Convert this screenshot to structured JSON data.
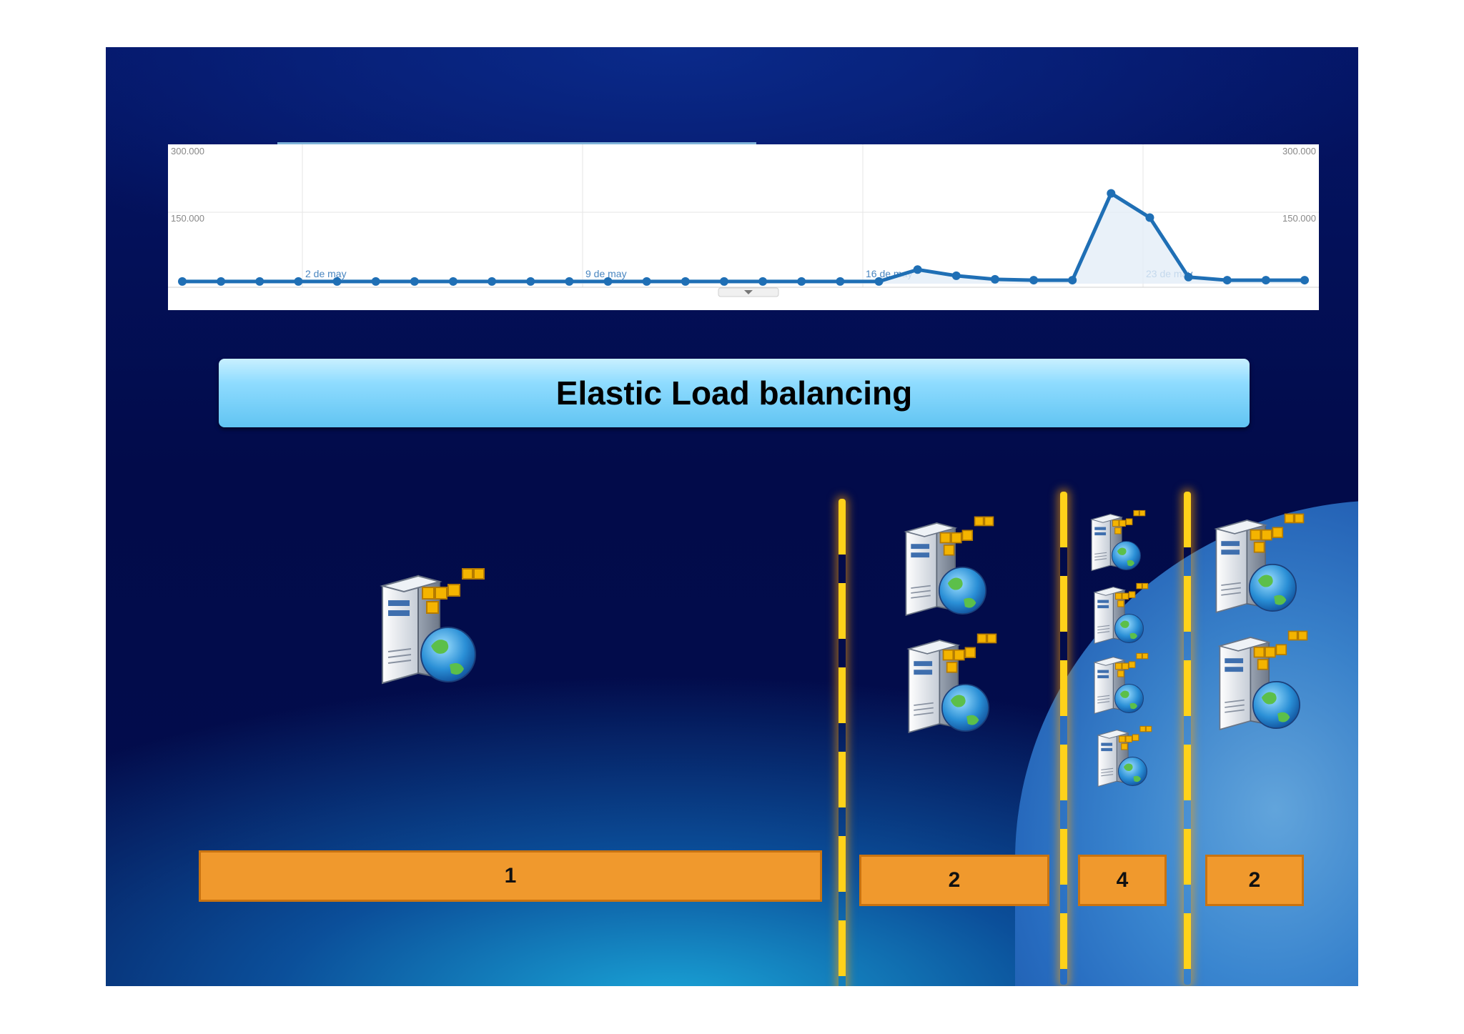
{
  "chart": {
    "y_left_ticks": [
      "300.000",
      "150.000"
    ],
    "y_right_ticks": [
      "300.000",
      "150.000"
    ],
    "x_labels": [
      "2 de may",
      "9 de may",
      "16 de may",
      "23 de may"
    ]
  },
  "chart_data": {
    "type": "line",
    "ylim": [
      0,
      300000
    ],
    "x": [
      "",
      "",
      "",
      "2 de may",
      "",
      "",
      "",
      "",
      "",
      "",
      "9 de may",
      "",
      "",
      "",
      "",
      "",
      "",
      "16 de may",
      "",
      "",
      "",
      "",
      "",
      "",
      "23 de may",
      "",
      "",
      ""
    ],
    "series": [
      {
        "values": [
          5000,
          5000,
          5000,
          5000,
          5000,
          5000,
          5000,
          5000,
          5000,
          5000,
          5000,
          5000,
          5000,
          5000,
          5000,
          5000,
          5000,
          5000,
          5000,
          32000,
          18000,
          10000,
          8000,
          8000,
          205000,
          150000,
          15000,
          8000,
          8000,
          8000
        ]
      }
    ]
  },
  "title": "Elastic Load balancing",
  "bars": [
    {
      "label": "1"
    },
    {
      "label": "2"
    },
    {
      "label": "4"
    },
    {
      "label": "2"
    }
  ],
  "colors": {
    "line": "#1f6fb5",
    "bar_fill": "#f0992d",
    "divider": "#ffd21a",
    "banner": "#8fdcff"
  },
  "icons": [
    "web-server-icon",
    "globe-icon",
    "cubes-icon"
  ]
}
